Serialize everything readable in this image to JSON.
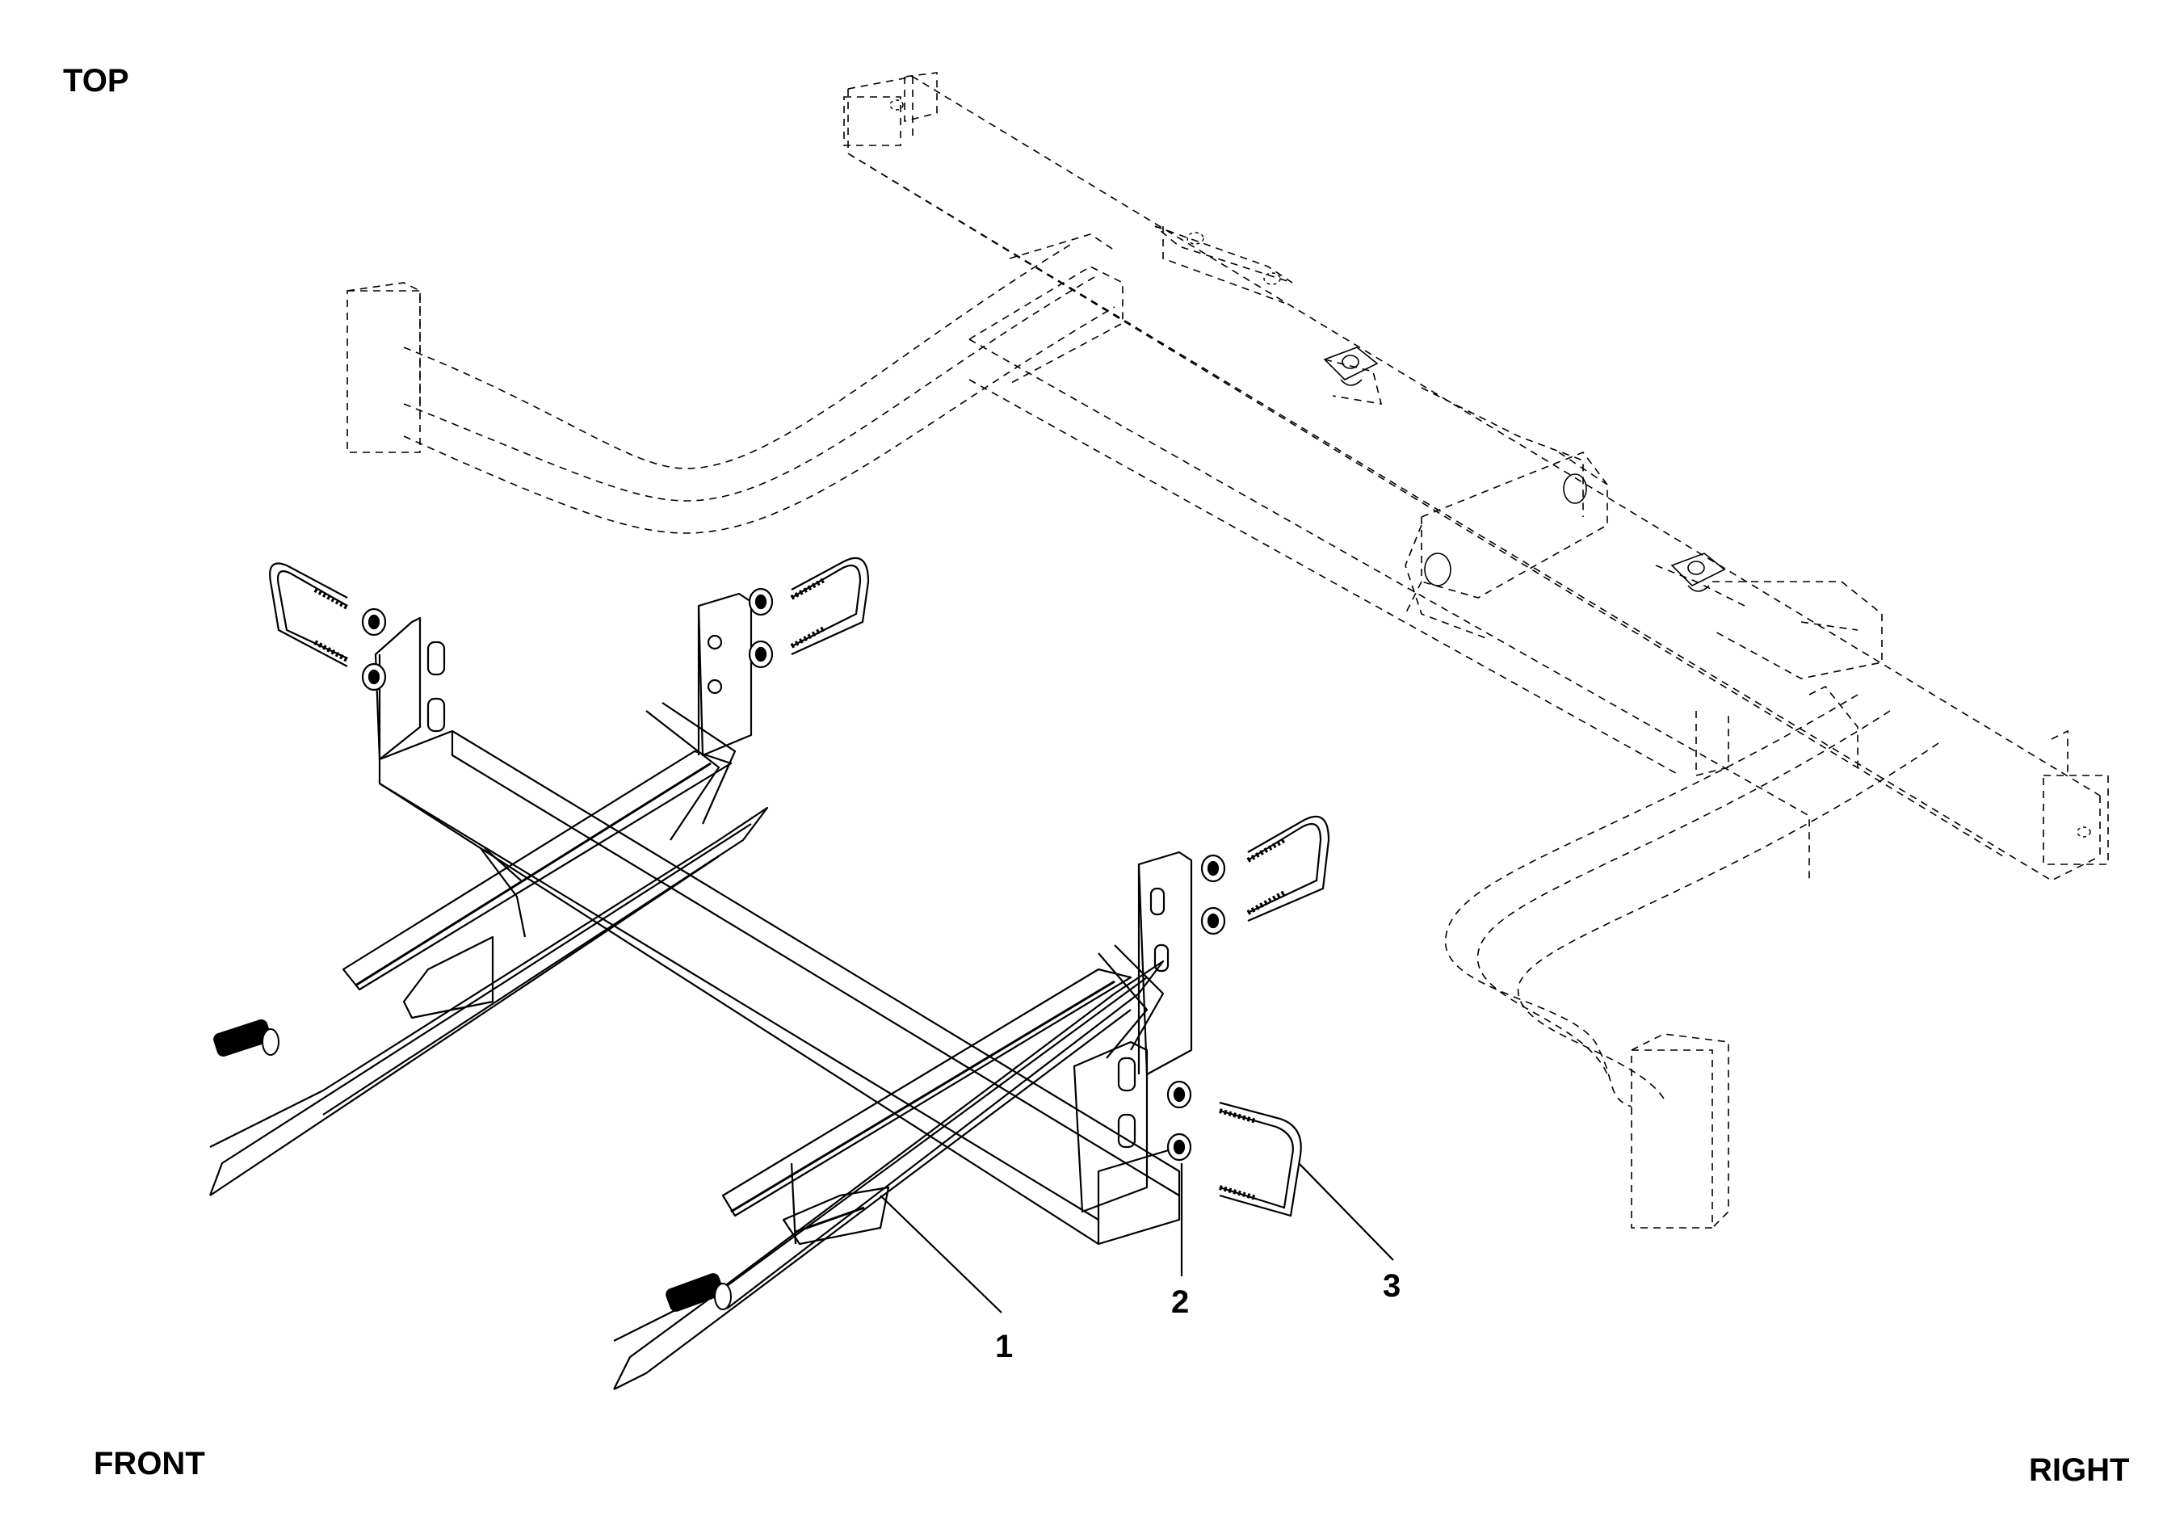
{
  "labels": {
    "top": "TOP",
    "front": "FRONT",
    "right": "RIGHT"
  },
  "callouts": [
    {
      "id": "1",
      "text": "1"
    },
    {
      "id": "2",
      "text": "2"
    },
    {
      "id": "3",
      "text": "3"
    }
  ],
  "colors": {
    "ink": "#000000",
    "ghost": "#000000",
    "background": "#ffffff"
  }
}
